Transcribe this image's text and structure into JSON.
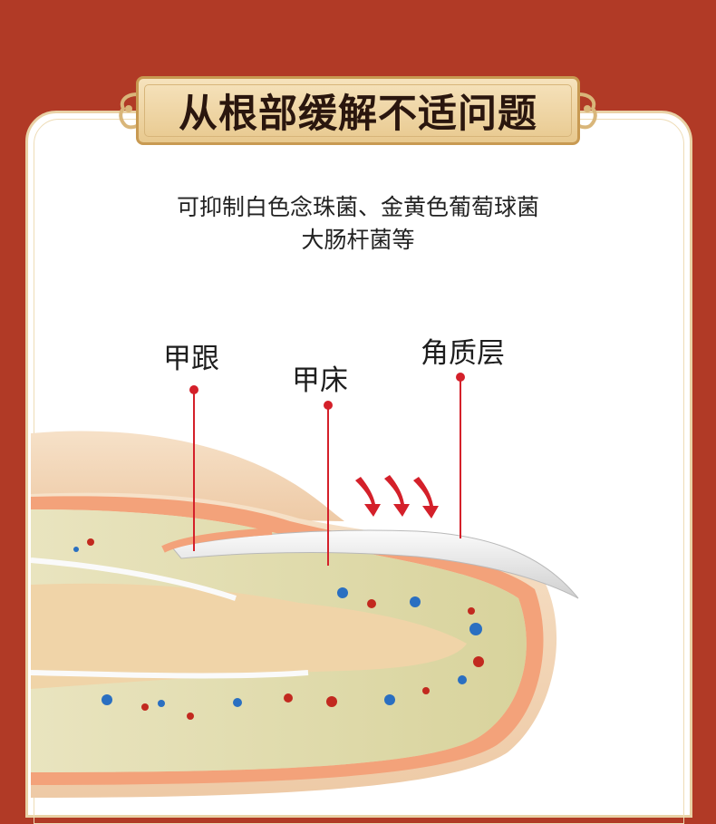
{
  "banner": {
    "title": "从根部缓解不适问题"
  },
  "subtitle": {
    "line1": "可抑制白色念珠菌、金黄色葡萄球菌",
    "line2": "大肠杆菌等"
  },
  "labels": {
    "nail_root": "甲跟",
    "nail_bed": "甲床",
    "stratum_corneum": "角质层"
  },
  "colors": {
    "background": "#b13a26",
    "banner_gold": "#e8c98f",
    "pointer_red": "#d4202a"
  }
}
